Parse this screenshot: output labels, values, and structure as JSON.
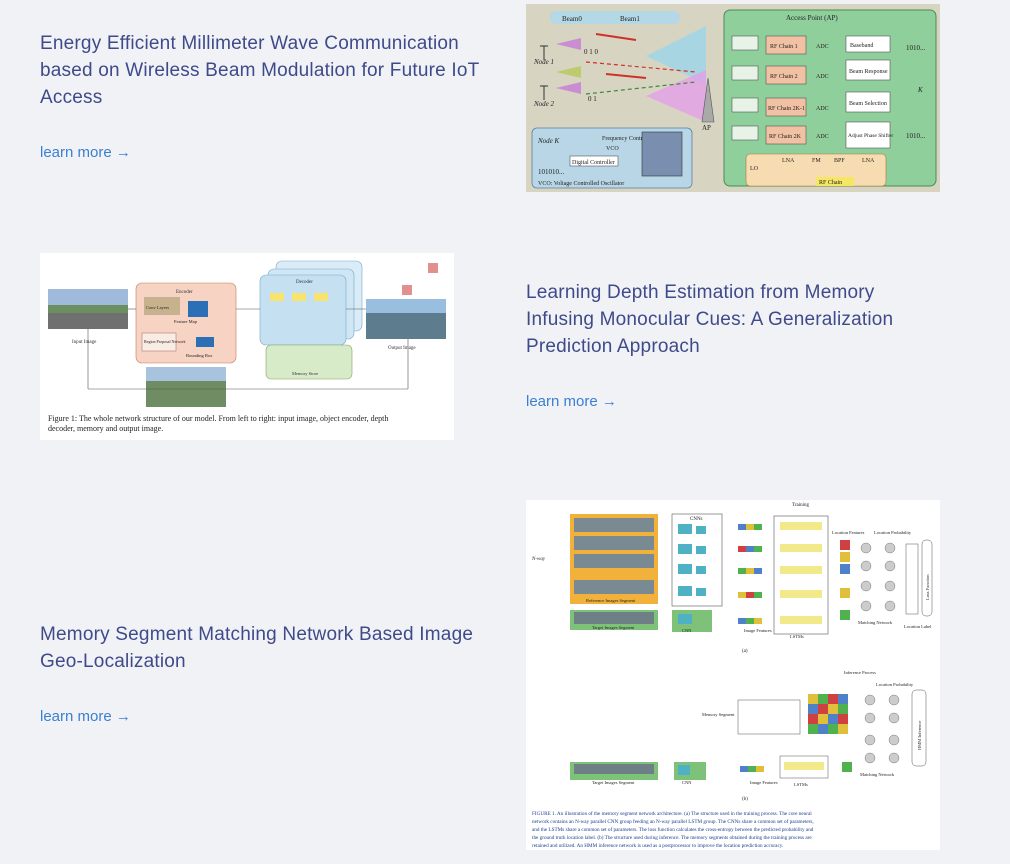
{
  "articles": [
    {
      "title": "Energy Efficient Millimeter Wave Communication based on Wireless Beam Modulation for Future IoT Access",
      "link": "learn more →",
      "figure": {
        "beam0": "Beam0",
        "beam1": "Beam1",
        "node1": "Node 1",
        "node2": "Node 2",
        "nodeK": "Node K",
        "bits1": "0 1 0",
        "bits2": "0 1",
        "ap_label": "AP",
        "ap_title": "Access Point (AP)",
        "chains": [
          "RF Chain 1",
          "RF Chain 2",
          "RF Chain 2K-1",
          "RF Chain 2K"
        ],
        "adc": "ADC",
        "blocks": [
          "Baseband",
          "Beam Response",
          "Beam Selection",
          "Adjust Phase Shifter"
        ],
        "bits_out": "1010...",
        "k_label": "K",
        "freq_control": "Frequency Control",
        "vco": "VCO",
        "digital_controller": "Digital Controller",
        "bits_in": "101010...",
        "vco_caption": "VCO: Voltage Controlled Oscillator",
        "lo": "LO",
        "lna": "LNA",
        "fm": "FM",
        "bpf": "BPF",
        "rf_chain_label": "RF Chain"
      }
    },
    {
      "title": "Learning Depth Estimation from Memory Infusing Monocular Cues: A Generalization Prediction Approach",
      "link": "learn more →",
      "figure": {
        "encoder": "Encoder",
        "decoder": "Decoder",
        "conv_layers": "Conv Layers",
        "feature_map": "Feature Map",
        "rpn": "Region Proposal Network",
        "bounding_box": "Bounding Box",
        "memory": "Memory Store",
        "input_image": "Input Image",
        "output_image": "Output Image",
        "caption": "Figure 1: The whole network structure of our model. From left to right: input image, object encoder, depth decoder, memory and output image."
      }
    },
    {
      "title": "Memory Segment Matching Network Based Image Geo-Localization",
      "link": "learn more →",
      "figure": {
        "training": "Training",
        "nway": "N-way",
        "cnns": "CNNs",
        "cnn": "CNN",
        "ref_images": "Reference Images Segment",
        "target_images": "Target Images Segment",
        "image_features": "Image Features",
        "lstms": "LSTMs",
        "location_features": "Location Features",
        "location_probability": "Location Probability",
        "matching_network": "Matching Network",
        "location_label": "Location Label",
        "loss_function": "Loss Function",
        "panel_a": "(a)",
        "inference": "Inference Process",
        "memory_segment": "Memory Segment",
        "hmm": "HMM Inference",
        "panel_b": "(b)",
        "caption": "FIGURE 1. An illustration of the memory segment network architecture. (a) The structure used in the training process. The core neural network contains an N-way parallel CNN group feeding an N-way parallel LSTM group. The CNNs share a common set of parameters, and the LSTMs share a common set of parameters. The loss function calculates the cross-entropy between the predicted probability and the ground truth location label. (b) The structure used during inference. The memory segments obtained during the training process are retained and utilized. An HMM inference network is used as a postprocessor to improve the location prediction accuracy."
      }
    }
  ]
}
